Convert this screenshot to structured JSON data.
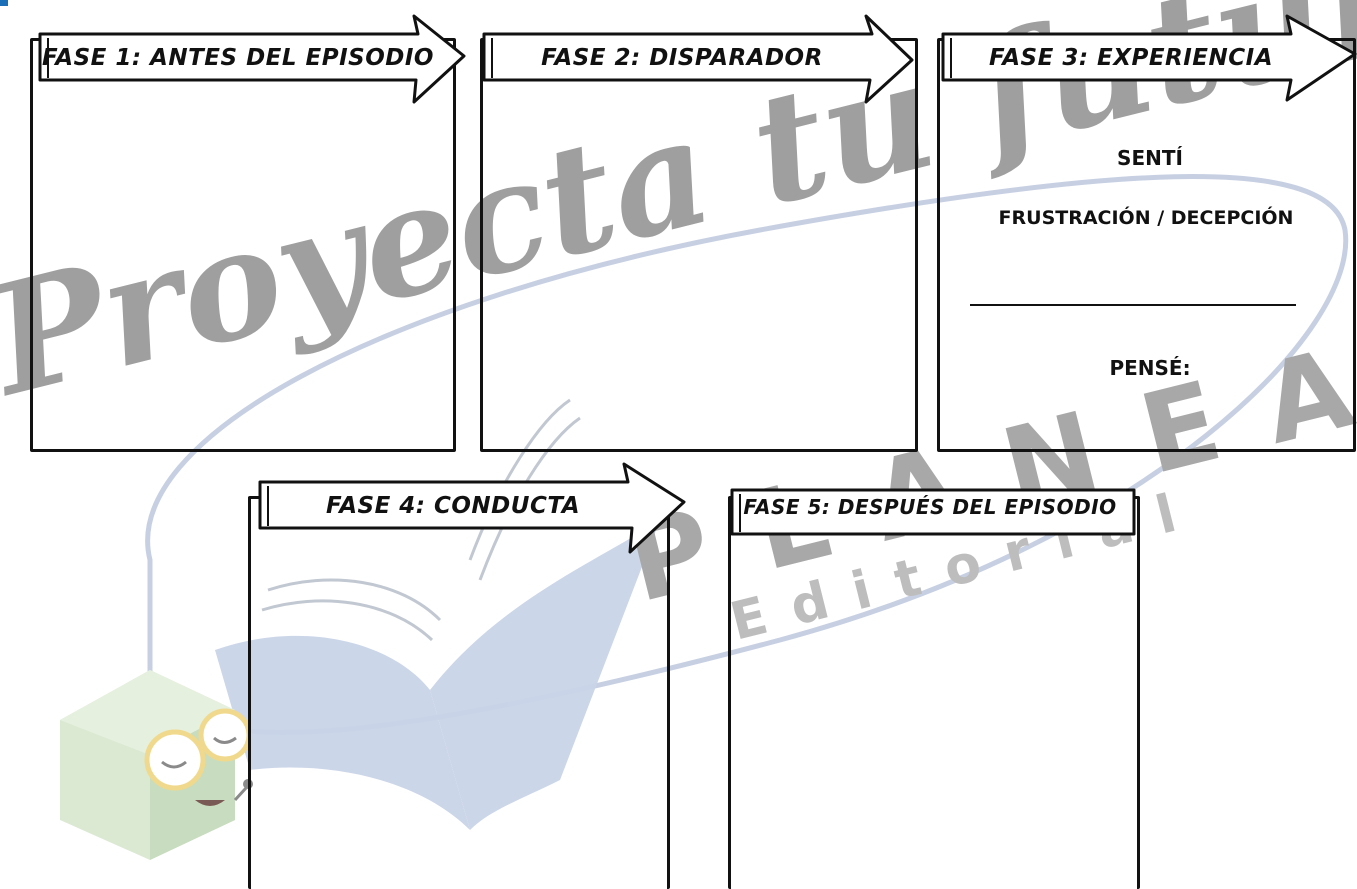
{
  "phases": [
    {
      "label": "FASE 1: ANTES DEL EPISODIO"
    },
    {
      "label": "FASE 2: DISPARADOR"
    },
    {
      "label": "FASE 3: EXPERIENCIA"
    },
    {
      "label": "FASE 4: CONDUCTA"
    },
    {
      "label": "FASE 5: DESPUÉS DEL EPISODIO"
    }
  ],
  "experience": {
    "felt_label": "SENTÍ",
    "emotion": "FRUSTRACIÓN / DECEPCIÓN",
    "thought_label": "PENSÉ:"
  },
  "watermark": {
    "script_text": "Proyecta tu futuro",
    "brand": "P L A N E A",
    "brand_sub": "E d i t o r i a l",
    "colors": {
      "script": "#9a9a9a",
      "logo_blue": "#c9d4e8",
      "robot_green": "#dbe9d3"
    }
  }
}
